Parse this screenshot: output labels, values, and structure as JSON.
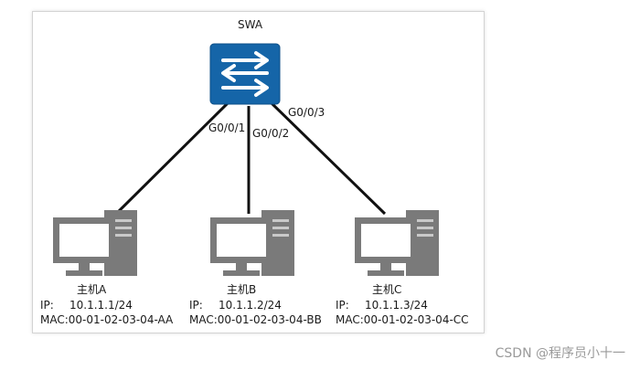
{
  "switch": {
    "name": "SWA",
    "color": "#1565a8"
  },
  "ports": [
    "G0/0/1",
    "G0/0/2",
    "G0/0/3"
  ],
  "hosts": [
    {
      "name": "主机A",
      "ip_label": "IP:",
      "ip": "10.1.1.1/24",
      "mac_label": "MAC:",
      "mac": "00-01-02-03-04-AA",
      "icon": "computer-icon"
    },
    {
      "name": "主机B",
      "ip_label": "IP:",
      "ip": "10.1.1.2/24",
      "mac_label": "MAC:",
      "mac": "00-01-02-03-04-BB",
      "icon": "computer-icon"
    },
    {
      "name": "主机C",
      "ip_label": "IP:",
      "ip": "10.1.1.3/24",
      "mac_label": "MAC:",
      "mac": "00-01-02-03-04-CC",
      "icon": "computer-icon"
    }
  ],
  "watermark": "CSDN @程序员小十一",
  "colors": {
    "link": "#111111",
    "computer": "#7a7a7a",
    "text": "#1a1a1a",
    "watermark": "#9a9a9a"
  }
}
